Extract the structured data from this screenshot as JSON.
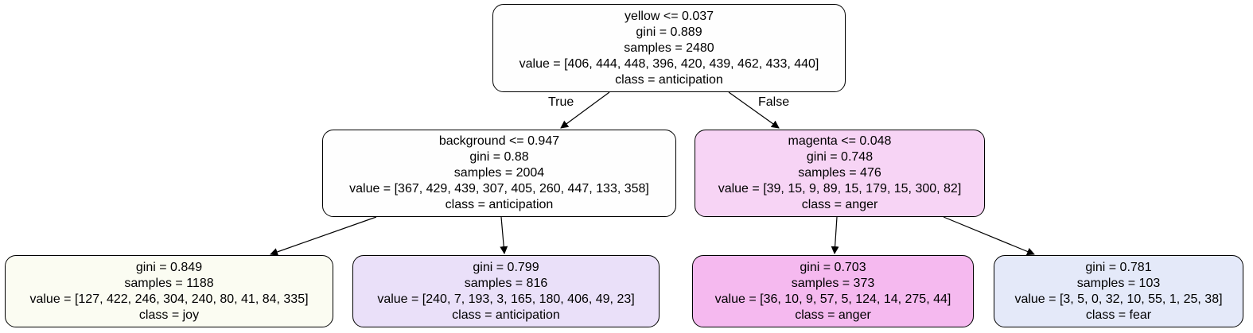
{
  "colors": {
    "edge": "#000000",
    "joy": "#fbfcf2",
    "anticipation_light": "#fefefe",
    "anticipation": "#eae0f9",
    "anger_light": "#f7d4f5",
    "anger": "#f5b9ef",
    "fear": "#e4e9f9"
  },
  "edges": {
    "true_label": "True",
    "false_label": "False"
  },
  "nodes": [
    {
      "split": "yellow <= 0.037",
      "gini": "gini = 0.889",
      "samples": "samples = 2480",
      "value": "value = [406, 444, 448, 396, 420, 439, 462, 433, 440]",
      "class": "class = anticipation",
      "fill": "#fefefe"
    },
    {
      "split": "background <= 0.947",
      "gini": "gini = 0.88",
      "samples": "samples = 2004",
      "value": "value = [367, 429, 439, 307, 405, 260, 447, 133, 358]",
      "class": "class = anticipation",
      "fill": "#fefefe"
    },
    {
      "split": "magenta <= 0.048",
      "gini": "gini = 0.748",
      "samples": "samples = 476",
      "value": "value = [39, 15, 9, 89, 15, 179, 15, 300, 82]",
      "class": "class = anger",
      "fill": "#f7d4f5"
    },
    {
      "gini": "gini = 0.849",
      "samples": "samples = 1188",
      "value": "value = [127, 422, 246, 304, 240, 80, 41, 84, 335]",
      "class": "class = joy",
      "fill": "#fbfcf2"
    },
    {
      "gini": "gini = 0.799",
      "samples": "samples = 816",
      "value": "value = [240, 7, 193, 3, 165, 180, 406, 49, 23]",
      "class": "class = anticipation",
      "fill": "#eae0f9"
    },
    {
      "gini": "gini = 0.703",
      "samples": "samples = 373",
      "value": "value = [36, 10, 9, 57, 5, 124, 14, 275, 44]",
      "class": "class = anger",
      "fill": "#f5b9ef"
    },
    {
      "gini": "gini = 0.781",
      "samples": "samples = 103",
      "value": "value = [3, 5, 0, 32, 10, 55, 1, 25, 38]",
      "class": "class = fear",
      "fill": "#e4e9f9"
    }
  ]
}
